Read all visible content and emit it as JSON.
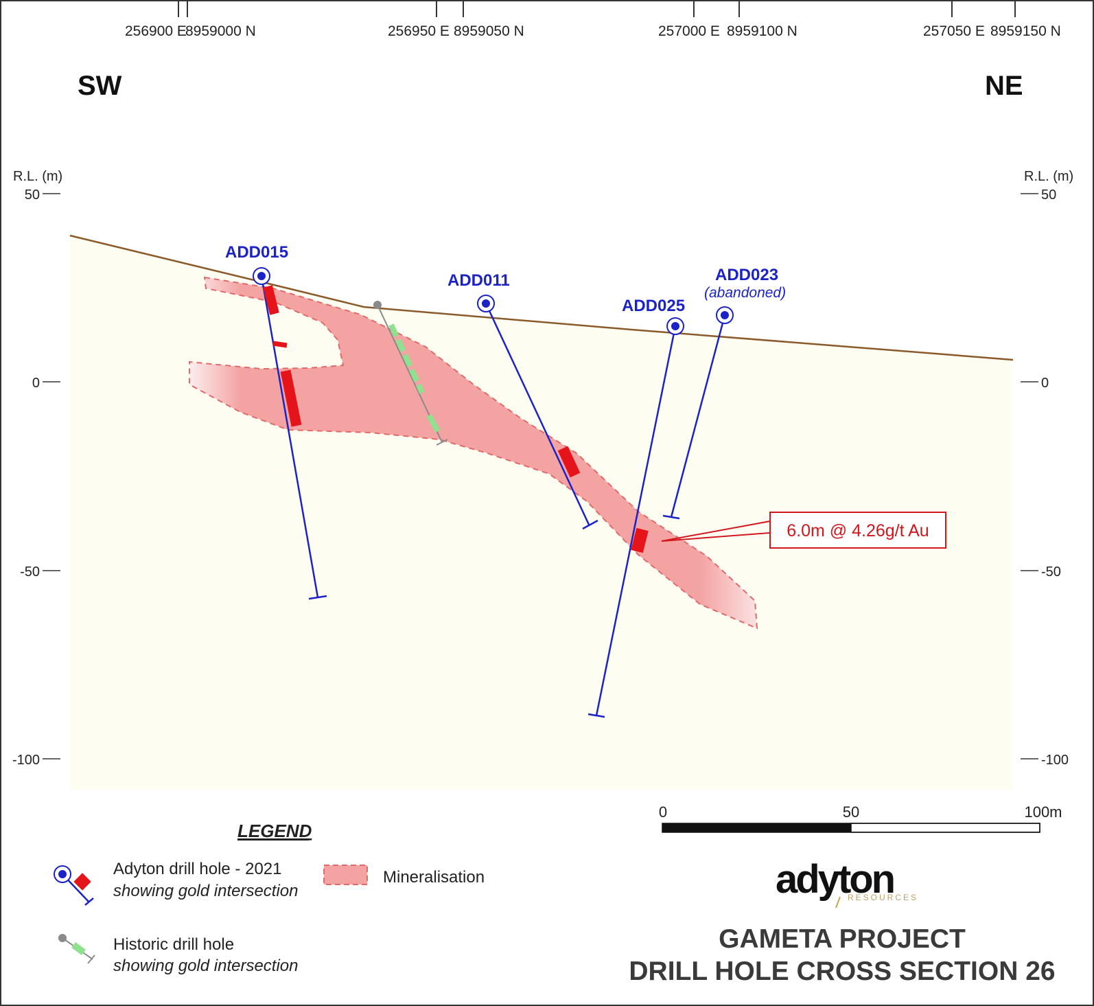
{
  "coordinates": [
    {
      "easting": "256900 E",
      "northing": "8959000 N"
    },
    {
      "easting": "256950 E",
      "northing": "8959050 N"
    },
    {
      "easting": "257000 E",
      "northing": "8959100 N"
    },
    {
      "easting": "257050 E",
      "northing": "8959150 N"
    }
  ],
  "directions": {
    "left": "SW",
    "right": "NE"
  },
  "axis": {
    "label": "R.L. (m)",
    "ticks": [
      "50",
      "0",
      "-50",
      "-100"
    ]
  },
  "drill_holes": [
    {
      "id": "ADD015",
      "note": ""
    },
    {
      "id": "ADD011",
      "note": ""
    },
    {
      "id": "ADD025",
      "note": ""
    },
    {
      "id": "ADD023",
      "note": "(abandoned)"
    }
  ],
  "intercept_label": "6.0m @ 4.26g/t Au",
  "scale_bar": {
    "labels": [
      "0",
      "50",
      "100m"
    ]
  },
  "legend": {
    "title": "LEGEND",
    "adyton_line1": "Adyton drill hole - 2021",
    "adyton_line2": "showing gold intersection",
    "historic_line1": "Historic drill hole",
    "historic_line2": "showing gold intersection",
    "mineralisation": "Mineralisation"
  },
  "logo": {
    "name": "adyton",
    "tag": "RESOURCES"
  },
  "title": {
    "line1": "GAMETA PROJECT",
    "line2": "DRILL HOLE CROSS SECTION 26"
  },
  "colors": {
    "drill_hole": "#1a22c8",
    "intersection": "#e5141a",
    "mineralisation": "#f4a3a3",
    "historic_intersection": "#8fe08f",
    "ground": "#8b5a2b",
    "section_fill": "#fdfdf1"
  }
}
